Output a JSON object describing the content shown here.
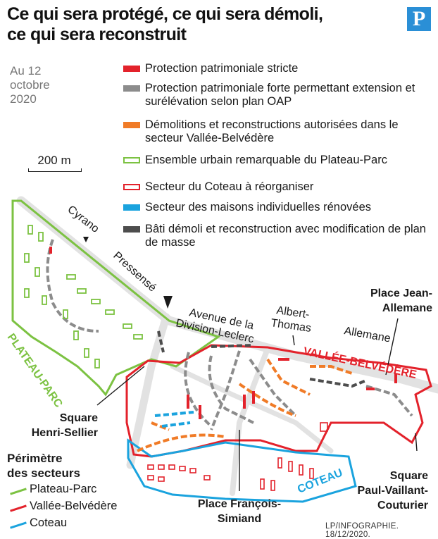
{
  "title": {
    "line1": "Ce qui sera protégé, ce qui sera démoli,",
    "line2": "ce qui sera reconstruit"
  },
  "logo": {
    "letter": "P",
    "color": "#2a8fd6"
  },
  "date": {
    "line1": "Au 12",
    "line2": "octobre",
    "line3": "2020"
  },
  "legend": [
    {
      "label": "Protection patrimoniale stricte",
      "swatch": "solid",
      "color": "#e3222b"
    },
    {
      "label": "Protection patrimoniale forte permettant extension et surélévation selon plan OAP",
      "swatch": "solid",
      "color": "#8c8c8c"
    },
    {
      "label": "Démolitions et reconstructions autorisées dans le secteur Vallée-Belvédère",
      "swatch": "solid",
      "color": "#f07b27"
    },
    {
      "label": "Ensemble urbain remarquable du Plateau-Parc",
      "swatch": "outline",
      "color": "#7cc242"
    },
    {
      "label": "Secteur du Coteau à réorganiser",
      "swatch": "outline",
      "color": "#e3222b"
    },
    {
      "label": "Secteur des maisons individuelles rénovées",
      "swatch": "solid",
      "color": "#1aa3de"
    },
    {
      "label": "Bâti démoli et reconstruction avec modification de plan de masse",
      "swatch": "solid",
      "color": "#4d4d4d"
    }
  ],
  "scale": {
    "label": "200 m"
  },
  "streets": {
    "cyrano": "Cyrano",
    "pressense": "Pressensé",
    "avenue_line1": "Avenue de la",
    "avenue_line2": "Division-Leclerc",
    "albert_line1": "Albert-",
    "albert_line2": "Thomas",
    "allemane": "Allemane"
  },
  "sectors": {
    "plateau_parc": "PLATEAU-PARC",
    "vallee_belvedere": "VALLÉE-BELVÉDÈRE",
    "coteau": "COTEAU"
  },
  "places": {
    "jean_allemane_line1": "Place Jean-",
    "jean_allemane_line2": "Allemane",
    "henri_sellier_line1": "Square",
    "henri_sellier_line2": "Henri-Sellier",
    "francois_simiand_line1": "Place François-",
    "francois_simiand_line2": "Simiand",
    "paul_vaillant_line1": "Square",
    "paul_vaillant_line2": "Paul-Vaillant-",
    "paul_vaillant_line3": "Couturier"
  },
  "perimeter": {
    "title_line1": "Périmètre",
    "title_line2": "des secteurs",
    "items": [
      {
        "label": "Plateau-Parc",
        "color": "#7cc242"
      },
      {
        "label": "Vallée-Belvédère",
        "color": "#e3222b"
      },
      {
        "label": "Coteau",
        "color": "#1aa3de"
      }
    ]
  },
  "credit": "LP/INFOGRAPHIE. 18/12/2020."
}
